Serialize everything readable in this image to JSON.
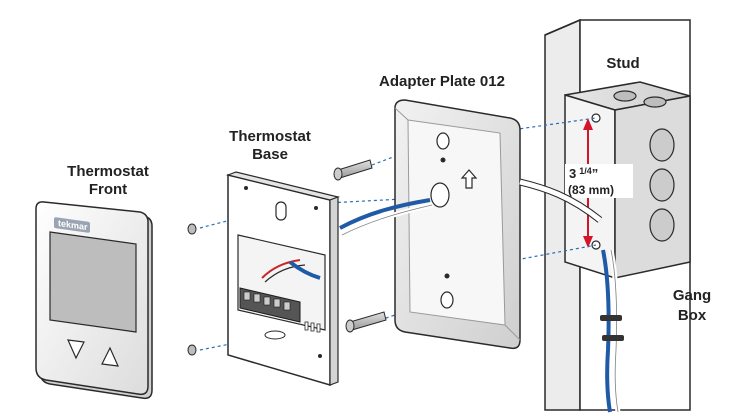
{
  "labels": {
    "thermostat_front_line1": "Thermostat",
    "thermostat_front_line2": "Front",
    "thermostat_base_line1": "Thermostat",
    "thermostat_base_line2": "Base",
    "adapter_plate": "Adapter Plate 012",
    "stud": "Stud",
    "gang_box_line1": "Gang",
    "gang_box_line2": "Box",
    "brand": "tekmar"
  },
  "dimension": {
    "imperial_whole": "3",
    "imperial_fraction": "1/4",
    "imperial_unit": "”",
    "metric": "(83 mm)"
  },
  "colors": {
    "outline": "#2a2a2a",
    "plate_shadow": "#c8c8c8",
    "screen": "#bdbdbd",
    "dashed_line": "#2a6db5",
    "dimension_arrow": "#d4142a",
    "wire_blue": "#1f5aa6",
    "wire_white": "#ffffff",
    "wire_red": "#c62828",
    "box_gray": "#d9d9d9"
  },
  "icons": {
    "down_arrow": "triangle-down-icon",
    "up_arrow": "triangle-up-icon",
    "orientation_arrow": "up-arrow-icon"
  }
}
